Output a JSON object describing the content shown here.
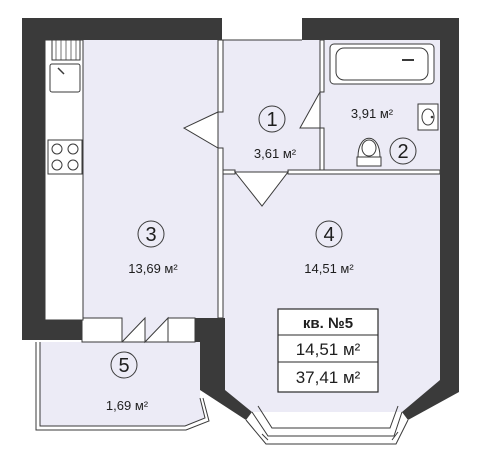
{
  "colors": {
    "wall": "#3a3a3a",
    "room_fill": "#ecebf6",
    "line": "#3a3a3a",
    "background": "#ffffff"
  },
  "rooms": [
    {
      "number": "1",
      "area": "3,61 м²"
    },
    {
      "number": "2",
      "area": "3,91 м²"
    },
    {
      "number": "3",
      "area": "13,69 м²"
    },
    {
      "number": "4",
      "area": "14,51 м²"
    },
    {
      "number": "5",
      "area": "1,69 м²"
    }
  ],
  "info_box": {
    "title": "кв. №5",
    "living_area": "14,51 м²",
    "total_area": "37,41 м²"
  },
  "icons": [
    "stove-icon",
    "sink-icon",
    "bathtub-icon",
    "toilet-icon",
    "washbasin-icon"
  ]
}
